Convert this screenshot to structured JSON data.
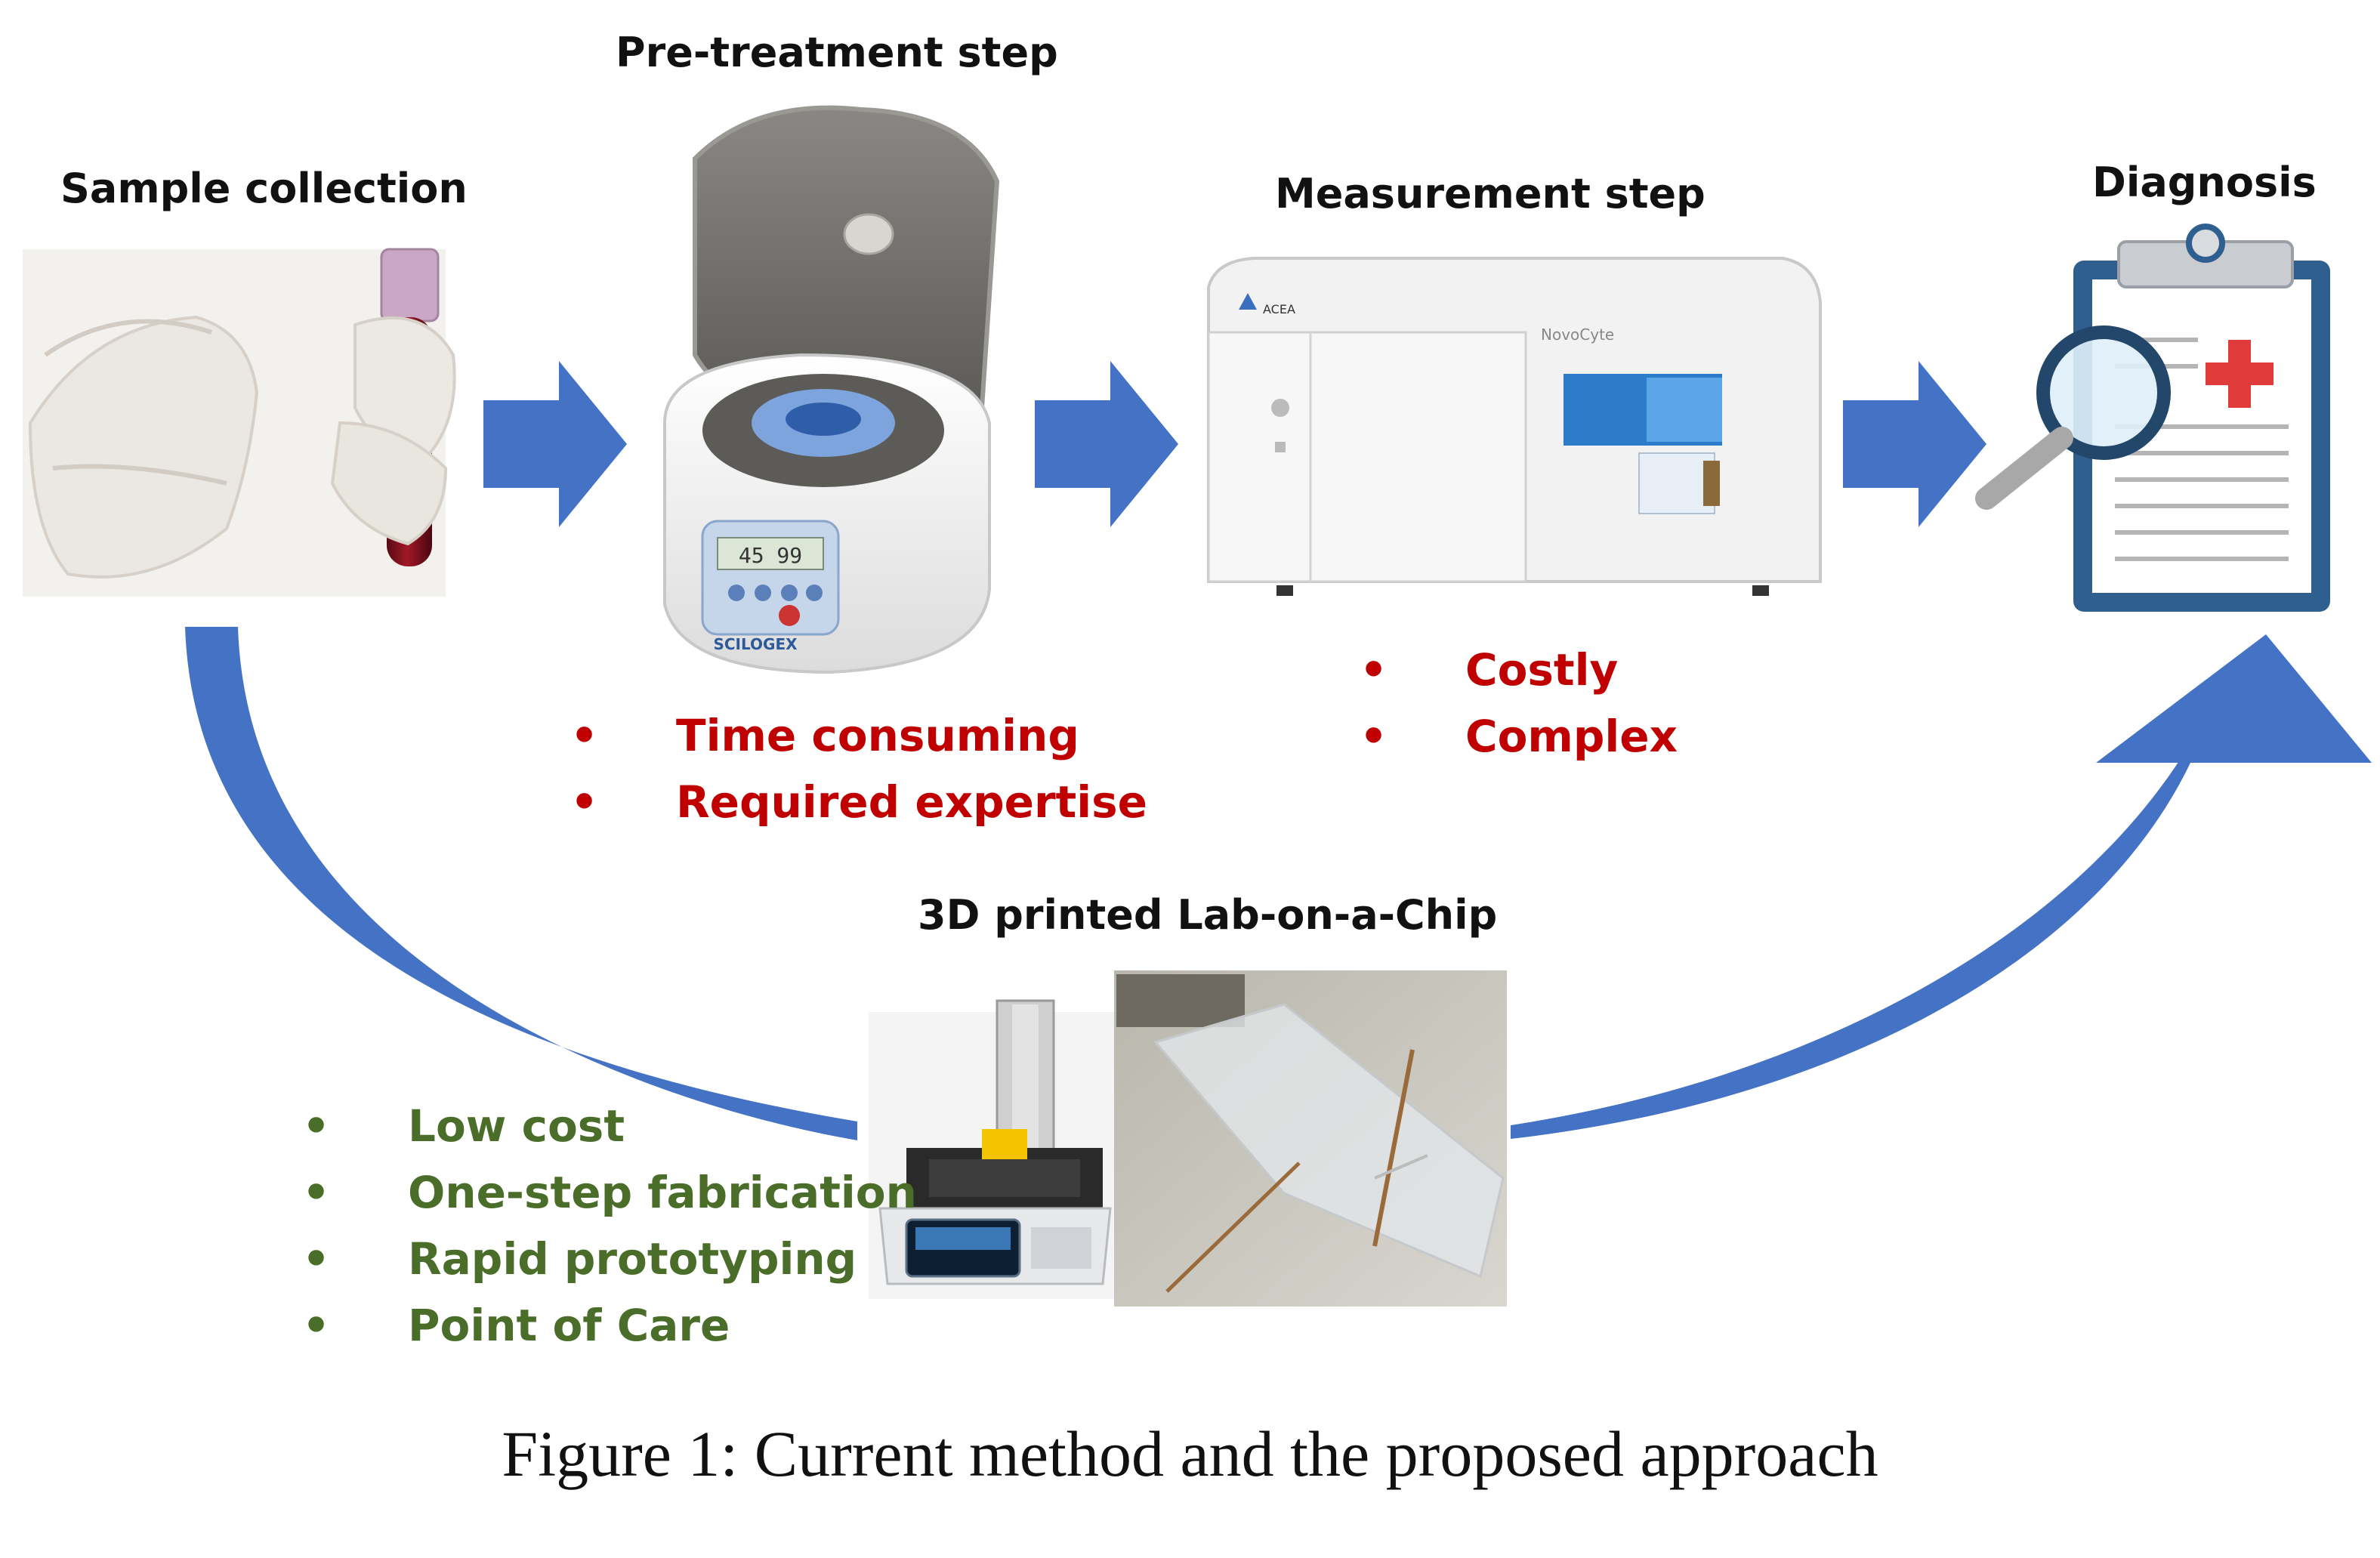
{
  "steps": {
    "sample_collection": "Sample collection",
    "pretreatment": "Pre-treatment step",
    "measurement": "Measurement step",
    "diagnosis": "Diagnosis"
  },
  "pretreatment_issues": [
    "Time consuming",
    "Required expertise"
  ],
  "measurement_issues": [
    "Costly",
    "Complex"
  ],
  "lab_on_chip": {
    "title": "3D printed Lab-on-a-Chip",
    "benefits": [
      "Low cost",
      "One-step fabrication",
      "Rapid prototyping",
      "Point of Care"
    ]
  },
  "device_labels": {
    "centrifuge_brand": "SCILOGEX",
    "centrifuge_display": "45 99",
    "cytometer_brand": "ACEA",
    "cytometer_model": "NovoCyte"
  },
  "caption": "Figure 1: Current method and the proposed approach",
  "colors": {
    "arrow_blue": "#4472c4",
    "issue_red": "#c00000",
    "benefit_green": "#4a6e2a",
    "clipboard_blue": "#2f5f8f"
  },
  "icons": [
    "blood-tube-image",
    "centrifuge-image",
    "flow-cytometer-image",
    "clipboard-diagnosis-icon",
    "3d-printer-image",
    "chip-photo-image"
  ]
}
